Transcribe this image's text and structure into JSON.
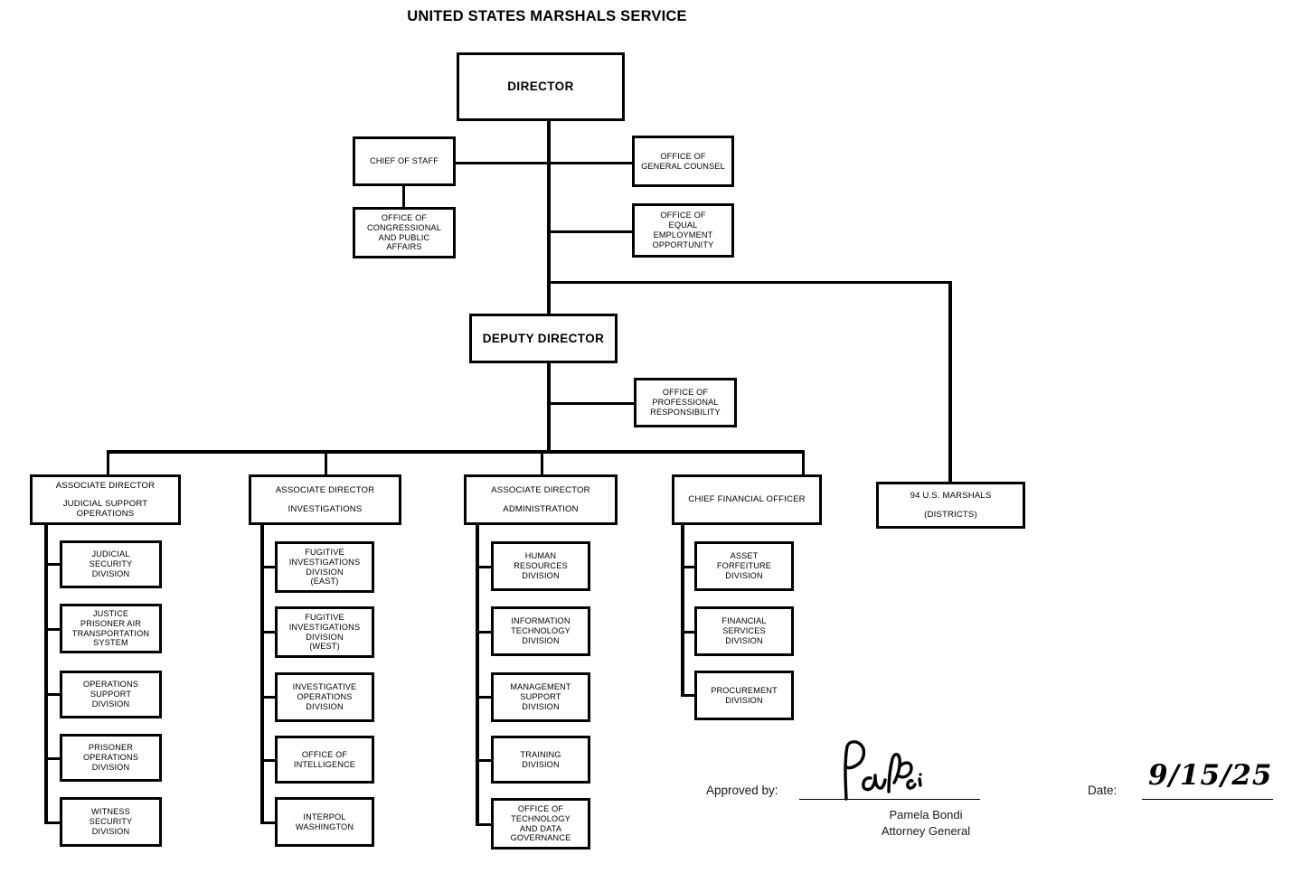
{
  "title": "UNITED STATES MARSHALS SERVICE",
  "colors": {
    "line": "#000000",
    "box_border": "#000000",
    "background": "#ffffff",
    "text": "#000000"
  },
  "executive": {
    "director": "DIRECTOR",
    "deputy_director": "DEPUTY DIRECTOR"
  },
  "director_staff": [
    {
      "id": "chief-of-staff",
      "lines": [
        "CHIEF OF STAFF"
      ]
    },
    {
      "id": "office-of-general-counsel",
      "lines": [
        "OFFICE OF",
        "GENERAL COUNSEL"
      ]
    },
    {
      "id": "office-of-congressional-and-public-affairs",
      "lines": [
        "OFFICE OF",
        "CONGRESSIONAL",
        "AND PUBLIC",
        "AFFAIRS"
      ]
    },
    {
      "id": "office-of-equal-employment-opportunity",
      "lines": [
        "OFFICE OF",
        "EQUAL",
        "EMPLOYMENT",
        "OPPORTUNITY"
      ]
    }
  ],
  "deputy_staff": [
    {
      "id": "office-of-professional-responsibility",
      "lines": [
        "OFFICE OF",
        "PROFESSIONAL",
        "RESPONSIBILITY"
      ]
    }
  ],
  "divisions": [
    {
      "id": "judicial-support-operations",
      "head_title": "ASSOCIATE DIRECTOR",
      "head_subtitle_lines": [
        "JUDICIAL SUPPORT",
        "OPERATIONS"
      ],
      "units": [
        {
          "id": "judicial-security-division",
          "lines": [
            "JUDICIAL",
            "SECURITY",
            "DIVISION"
          ]
        },
        {
          "id": "justice-prisoner-air-transportation-system",
          "lines": [
            "JUSTICE",
            "PRISONER AIR",
            "TRANSPORTATION",
            "SYSTEM"
          ]
        },
        {
          "id": "operations-support-division",
          "lines": [
            "OPERATIONS",
            "SUPPORT",
            "DIVISION"
          ]
        },
        {
          "id": "prisoner-operations-division",
          "lines": [
            "PRISONER",
            "OPERATIONS",
            "DIVISION"
          ]
        },
        {
          "id": "witness-security-division",
          "lines": [
            "WITNESS",
            "SECURITY",
            "DIVISION"
          ]
        }
      ]
    },
    {
      "id": "investigations",
      "head_title": "ASSOCIATE DIRECTOR",
      "head_subtitle_lines": [
        "INVESTIGATIONS"
      ],
      "units": [
        {
          "id": "fugitive-investigations-division-east",
          "lines": [
            "FUGITIVE",
            "INVESTIGATIONS",
            "DIVISION",
            "(EAST)"
          ]
        },
        {
          "id": "fugitive-investigations-division-west",
          "lines": [
            "FUGITIVE",
            "INVESTIGATIONS",
            "DIVISION",
            "(WEST)"
          ]
        },
        {
          "id": "investigative-operations-division",
          "lines": [
            "INVESTIGATIVE",
            "OPERATIONS",
            "DIVISION"
          ]
        },
        {
          "id": "office-of-intelligence",
          "lines": [
            "OFFICE OF",
            "INTELLIGENCE"
          ]
        },
        {
          "id": "interpol-washington",
          "lines": [
            "INTERPOL",
            "WASHINGTON"
          ]
        }
      ]
    },
    {
      "id": "administration",
      "head_title": "ASSOCIATE DIRECTOR",
      "head_subtitle_lines": [
        "ADMINISTRATION"
      ],
      "units": [
        {
          "id": "human-resources-division",
          "lines": [
            "HUMAN",
            "RESOURCES",
            "DIVISION"
          ]
        },
        {
          "id": "information-technology-division",
          "lines": [
            "INFORMATION",
            "TECHNOLOGY",
            "DIVISION"
          ]
        },
        {
          "id": "management-support-division",
          "lines": [
            "MANAGEMENT",
            "SUPPORT",
            "DIVISION"
          ]
        },
        {
          "id": "training-division",
          "lines": [
            "TRAINING",
            "DIVISION"
          ]
        },
        {
          "id": "office-of-technology-and-data-governance",
          "lines": [
            "OFFICE OF",
            "TECHNOLOGY",
            "AND DATA",
            "GOVERNANCE"
          ]
        }
      ]
    },
    {
      "id": "chief-financial-officer",
      "head_title": "CHIEF FINANCIAL OFFICER",
      "head_subtitle_lines": [],
      "units": [
        {
          "id": "asset-forfeiture-division",
          "lines": [
            "ASSET",
            "FORFEITURE",
            "DIVISION"
          ]
        },
        {
          "id": "financial-services-division",
          "lines": [
            "FINANCIAL",
            "SERVICES",
            "DIVISION"
          ]
        },
        {
          "id": "procurement-division",
          "lines": [
            "PROCUREMENT",
            "DIVISION"
          ]
        }
      ]
    }
  ],
  "field": {
    "id": "us-marshals-districts",
    "line1": "94 U.S. MARSHALS",
    "line2": "(DISTRICTS)"
  },
  "approval": {
    "approved_by_label": "Approved by:",
    "signature_text": "Pam Bondi",
    "signer_name": "Pamela Bondi",
    "signer_title": "Attorney General",
    "date_label": "Date:",
    "date_value": "9/15/25"
  }
}
